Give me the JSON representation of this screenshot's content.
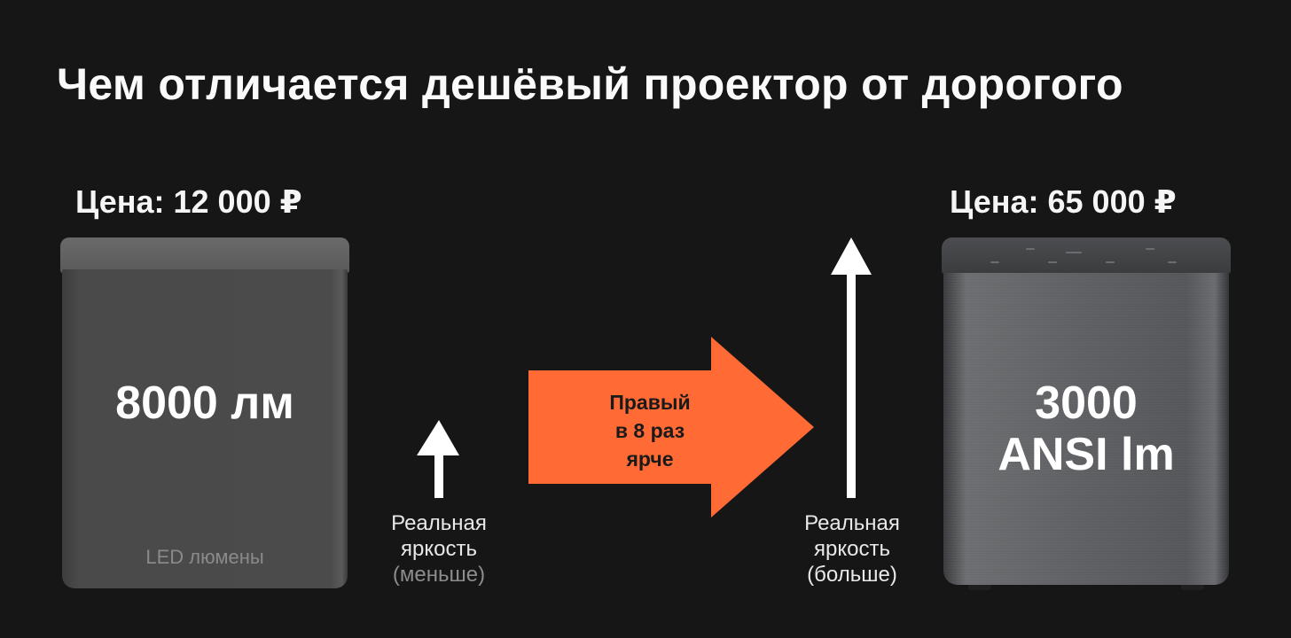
{
  "title": "Чем отличается дешёвый проектор от дорогого",
  "colors": {
    "background": "#161616",
    "accent_orange": "#ff6a35",
    "text_primary": "#ffffff",
    "text_muted": "#8c8c8c"
  },
  "left_projector": {
    "price": "Цена: 12 000 ₽",
    "brightness": "8000 лм",
    "brightness_note": "LED люмены",
    "arrow_caption": {
      "line1": "Реальная",
      "line2": "яркость",
      "line3": "(меньше)"
    }
  },
  "comparison_arrow": {
    "icon": "right-arrow-icon",
    "label_line1": "Правый",
    "label_line2": "в 8 раз",
    "label_line3": "ярче"
  },
  "right_projector": {
    "price": "Цена: 65 000 ₽",
    "brightness_line1": "3000",
    "brightness_line2": "ANSI lm",
    "arrow_caption": {
      "line1": "Реальная",
      "line2": "яркость",
      "line3": "(больше)"
    }
  }
}
